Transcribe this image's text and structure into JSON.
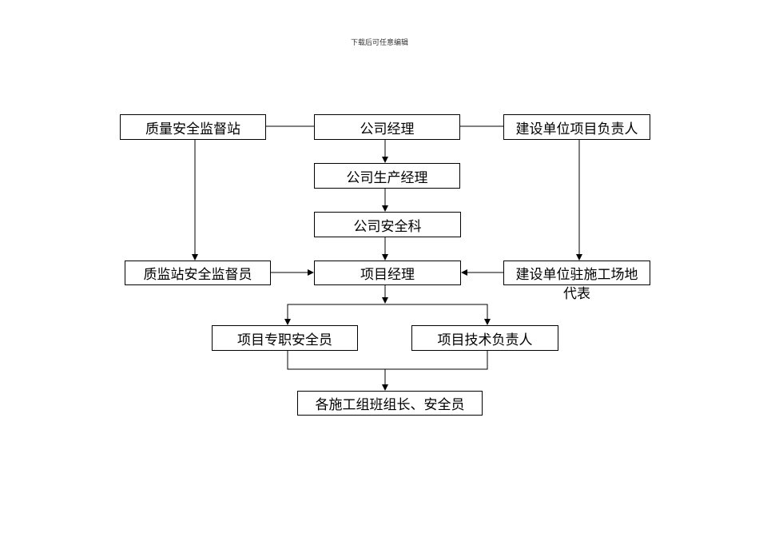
{
  "header": {
    "text": "下载后可任意编辑"
  },
  "nodes": {
    "quality_station": "质量安全监督站",
    "company_manager": "公司经理",
    "owner_lead": "建设单位项目负责人",
    "production_manager": "公司生产经理",
    "safety_dept": "公司安全科",
    "station_inspector": "质监站安全监督员",
    "project_manager": "项目经理",
    "owner_rep_line1": "建设单位驻施工场地",
    "owner_rep_line2": "代表",
    "safety_officer": "项目专职安全员",
    "tech_lead": "项目技术负责人",
    "team_leaders": "各施工组班组长、安全员"
  }
}
